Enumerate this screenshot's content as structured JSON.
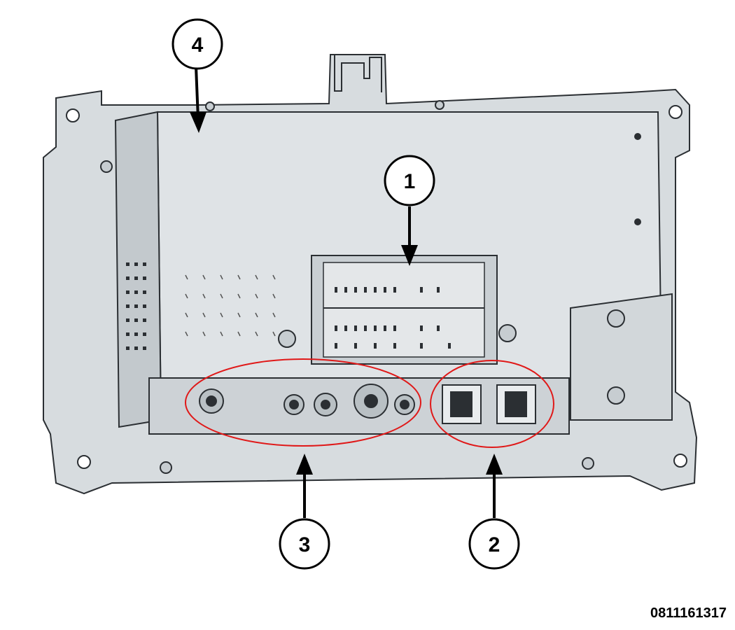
{
  "callouts": [
    {
      "id": "1",
      "label": "1"
    },
    {
      "id": "2",
      "label": "2"
    },
    {
      "id": "3",
      "label": "3"
    },
    {
      "id": "4",
      "label": "4"
    }
  ],
  "figure_id": "0811161317",
  "colors": {
    "housing": "#d7dcdf",
    "housing_dark": "#b9c0c4",
    "outline": "#2b2f33",
    "highlight_ellipse": "#e01818"
  }
}
